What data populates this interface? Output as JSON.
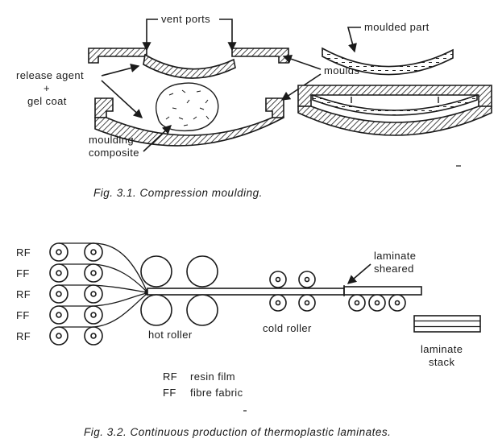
{
  "fig1": {
    "caption": "Fig. 3.1.   Compression moulding.",
    "labels": {
      "vent_ports": "vent ports",
      "moulded_part": "moulded part",
      "release_agent": "release agent",
      "plus": "+",
      "gel_coat": "gel coat",
      "moulds": "moulds",
      "moulding": "moulding",
      "composite": "composite"
    }
  },
  "fig2": {
    "caption": "Fig. 3.2.   Continuous production of thermoplastic laminates.",
    "feed_labels": [
      "RF",
      "FF",
      "RF",
      "FF",
      "RF"
    ],
    "labels": {
      "hot_roller": "hot roller",
      "cold_roller": "cold roller",
      "laminate_sheared_1": "laminate",
      "laminate_sheared_2": "sheared",
      "laminate_stack_1": "laminate",
      "laminate_stack_2": "stack"
    },
    "legend": [
      {
        "abbr": "RF",
        "desc": "resin film"
      },
      {
        "abbr": "FF",
        "desc": "fibre fabric"
      }
    ]
  },
  "colors": {
    "ink": "#1a1a1a",
    "paper": "#ffffff"
  }
}
